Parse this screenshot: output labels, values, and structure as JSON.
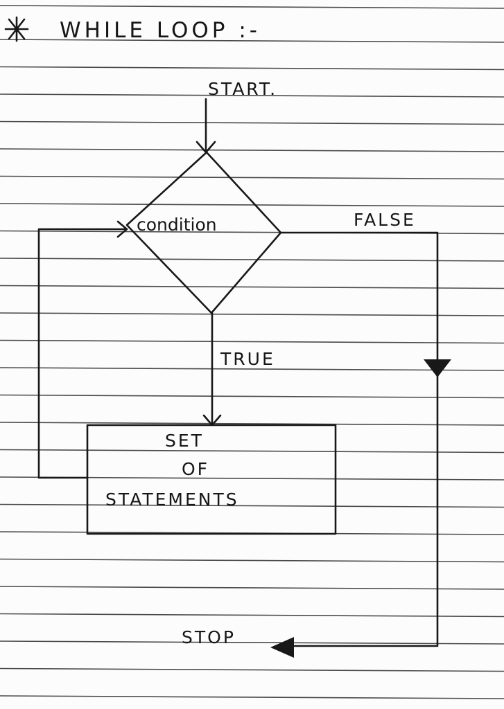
{
  "title": "WHILE LOOP :-",
  "title_marker": "asterisk-icon",
  "nodes": {
    "start": "START.",
    "decision": "condition",
    "process": {
      "lines": [
        "SET",
        "OF",
        "STATEMENTS"
      ]
    },
    "stop": "STOP"
  },
  "edges": {
    "true_label": "TRUE",
    "false_label": "FALSE"
  },
  "colors": {
    "ink": "#181818",
    "paper": "#fcfcfc",
    "ruling": "#2b2b2b"
  }
}
